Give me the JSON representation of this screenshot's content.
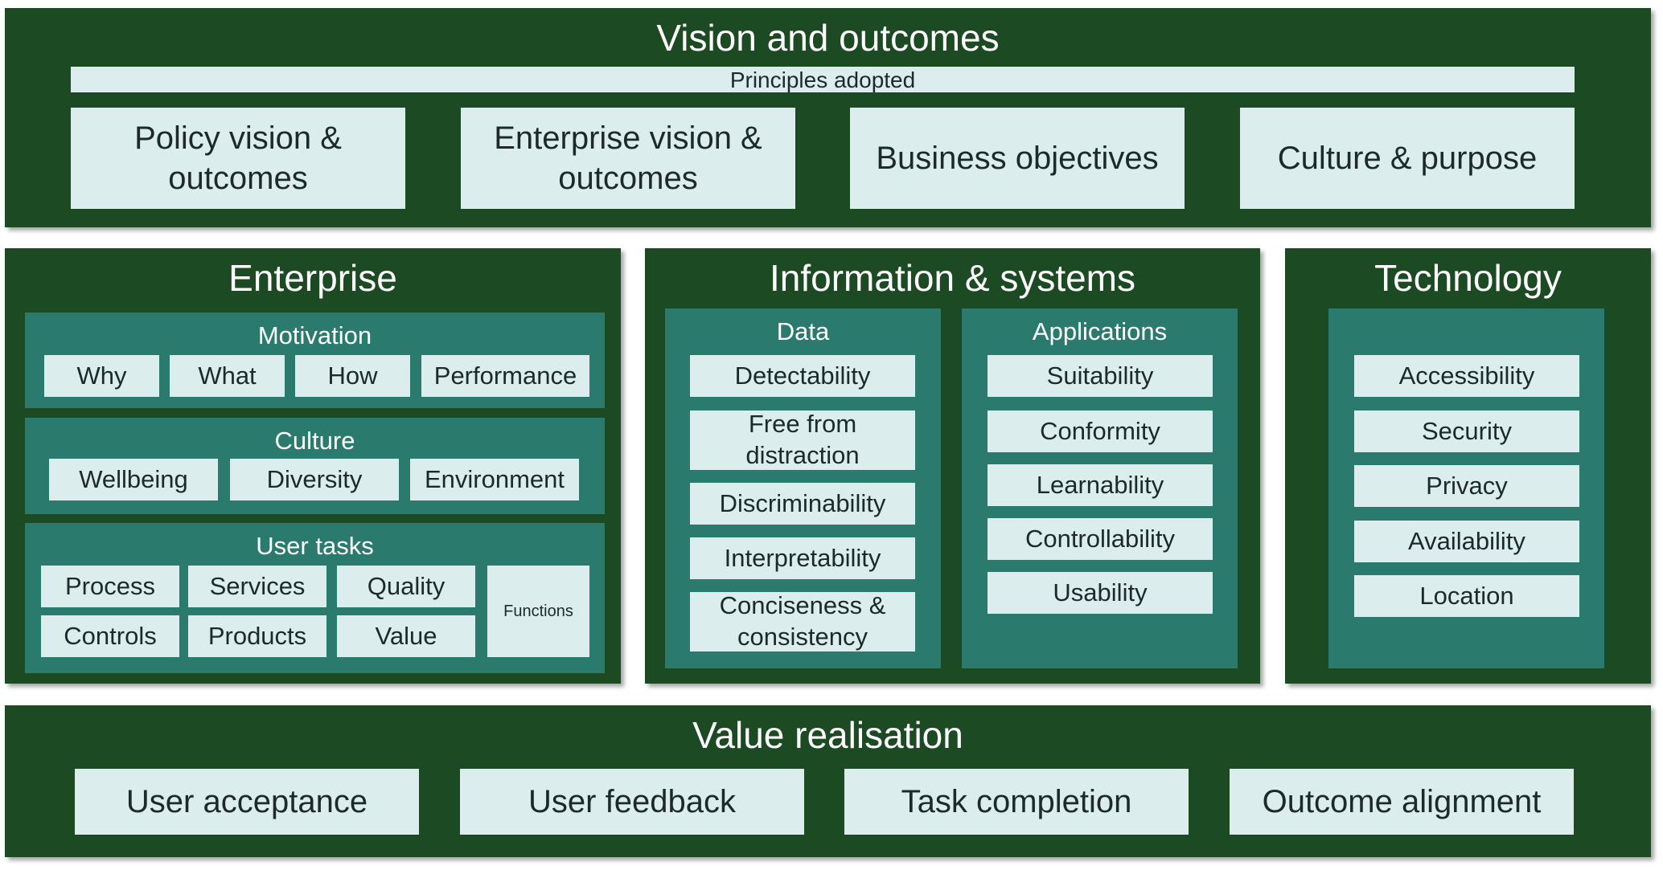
{
  "vision": {
    "title": "Vision and outcomes",
    "principles": "Principles adopted",
    "items": [
      "Policy vision & outcomes",
      "Enterprise vision & outcomes",
      "Business objectives",
      "Culture & purpose"
    ]
  },
  "enterprise": {
    "title": "Enterprise",
    "motivation": {
      "title": "Motivation",
      "items": [
        "Why",
        "What",
        "How",
        "Performance"
      ]
    },
    "culture": {
      "title": "Culture",
      "items": [
        "Wellbeing",
        "Diversity",
        "Environment"
      ]
    },
    "user_tasks": {
      "title": "User tasks",
      "items": [
        "Process",
        "Services",
        "Quality",
        "Controls",
        "Products",
        "Value"
      ],
      "functions": "Functions"
    }
  },
  "info": {
    "title": "Information & systems",
    "data": {
      "title": "Data",
      "items": [
        "Detectability",
        "Free from distraction",
        "Discriminability",
        "Interpretability",
        "Conciseness & consistency"
      ]
    },
    "applications": {
      "title": "Applications",
      "items": [
        "Suitability",
        "Conformity",
        "Learnability",
        "Controllability",
        "Usability"
      ]
    }
  },
  "technology": {
    "title": "Technology",
    "items": [
      "Accessibility",
      "Security",
      "Privacy",
      "Availability",
      "Location"
    ]
  },
  "value": {
    "title": "Value realisation",
    "items": [
      "User acceptance",
      "User feedback",
      "Task completion",
      "Outcome alignment"
    ]
  },
  "colors": {
    "panel": "#1c4a22",
    "inner": "#2a7b6e",
    "box": "#dcedee"
  }
}
